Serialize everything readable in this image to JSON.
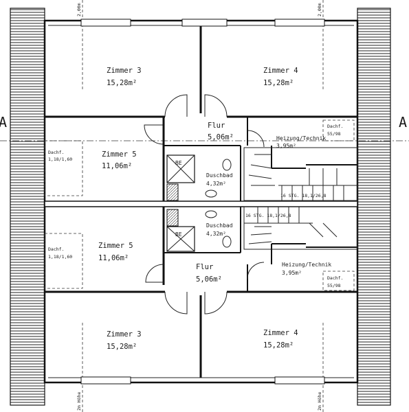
{
  "section_marks": {
    "left": "A",
    "right": "A"
  },
  "heights": {
    "top_left": "2,00m",
    "top_right": "2,00m",
    "bottom_left": "2m Höhe",
    "bottom_right": "2m Höhe"
  },
  "upper": {
    "zimmer3": {
      "name": "Zimmer 3",
      "area": "15,28m²"
    },
    "zimmer4": {
      "name": "Zimmer 4",
      "area": "15,28m²"
    },
    "flur": {
      "name": "Flur",
      "area": "5,06m²"
    },
    "heizung": {
      "name": "Heizung/Technik",
      "area": "3,95m²"
    },
    "dachfenster_right": {
      "line1": "Dachf.",
      "line2": "55/98"
    },
    "dachfenster_left": {
      "line1": "Dachf.",
      "line2": "1,18/1,60"
    },
    "zimmer5": {
      "name": "Zimmer 5",
      "area": "11,06m²"
    },
    "duschbad": {
      "name": "Duschbad",
      "area": "4,32m²"
    },
    "shower": "BE",
    "stairs": "16 STG. 18,1/26,8"
  },
  "lower": {
    "stairs": "16 STG. 18,1/26,8",
    "duschbad": {
      "name": "Duschbad",
      "area": "4,32m²"
    },
    "shower": "BE",
    "dachfenster_left": {
      "line1": "Dachf.",
      "line2": "1,18/1,60"
    },
    "zimmer5": {
      "name": "Zimmer 5",
      "area": "11,06m²"
    },
    "flur": {
      "name": "Flur",
      "area": "5,06m²"
    },
    "heizung": {
      "name": "Heizung/Technik",
      "area": "3,95m²"
    },
    "dachfenster_right": {
      "line1": "Dachf.",
      "line2": "55/98"
    },
    "zimmer3": {
      "name": "Zimmer 3",
      "area": "15,28m²"
    },
    "zimmer4": {
      "name": "Zimmer 4",
      "area": "15,28m²"
    }
  }
}
